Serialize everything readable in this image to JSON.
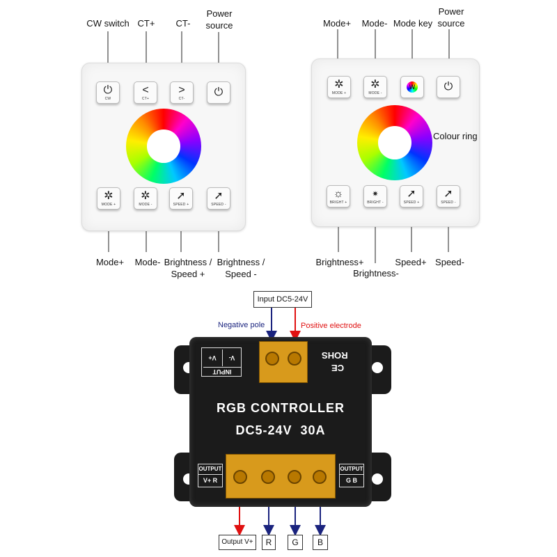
{
  "left_panel": {
    "top_labels": {
      "cw": "CW switch",
      "ctp": "CT+",
      "ctm": "CT-",
      "power": "Power source"
    },
    "keys_top": [
      {
        "glyph": "⏻",
        "sub": "CW"
      },
      {
        "glyph": "<",
        "sub": "CT+"
      },
      {
        "glyph": ">",
        "sub": "CT-"
      },
      {
        "glyph": "⏻",
        "sub": ""
      }
    ],
    "keys_bottom": [
      {
        "glyph": "✲",
        "sub": "MODE +"
      },
      {
        "glyph": "✲",
        "sub": "MODE -"
      },
      {
        "glyph": "➚",
        "sub": "SPEED +"
      },
      {
        "glyph": "➚",
        "sub": "SPEED -"
      }
    ],
    "bottom_labels": {
      "modep": "Mode+",
      "modem": "Mode-",
      "bsp": "Brightness / Speed +",
      "bsm": "Brightness / Speed -"
    }
  },
  "right_panel": {
    "top_labels": {
      "modep": "Mode+",
      "modem": "Mode-",
      "modekey": "Mode key",
      "power": "Power source"
    },
    "ring_label": "Colour ring",
    "keys_top": [
      {
        "glyph": "✲",
        "sub": "MODE +"
      },
      {
        "glyph": "✲",
        "sub": "MODE -"
      },
      {
        "glyph": "W",
        "sub": ""
      },
      {
        "glyph": "⏻",
        "sub": ""
      }
    ],
    "keys_bottom": [
      {
        "glyph": "☼",
        "sub": "BRIGHT +"
      },
      {
        "glyph": "✷",
        "sub": "BRIGHT -"
      },
      {
        "glyph": "➚",
        "sub": "SPEED +"
      },
      {
        "glyph": "➚",
        "sub": "SPEED -"
      }
    ],
    "bottom_labels": {
      "brightp": "Brightness+",
      "brightm": "Brightness-",
      "speedp": "Speed+",
      "speedm": "Speed-"
    }
  },
  "controller": {
    "input_box": "Input DC5-24V",
    "negative_pole": "Negative pole",
    "positive_electrode": "Positive electrode",
    "title": "RGB CONTROLLER",
    "spec": "DC5-24V  30A",
    "input_tag": "INPUT",
    "input_vm": "V-",
    "input_vp": "V+",
    "rohs": "ROHS",
    "ce": "CE",
    "output_left": "OUTPUT",
    "output_left_pins": "V+ R",
    "output_right": "OUTPUT",
    "output_right_pins": "G B",
    "out_boxes": {
      "vplus": "Output V+",
      "r": "R",
      "g": "G",
      "b": "B"
    },
    "colors": {
      "negative": "#1a237e",
      "positive": "#e01010",
      "body": "#1b1b1b",
      "terminal": "#d89a1c"
    }
  }
}
